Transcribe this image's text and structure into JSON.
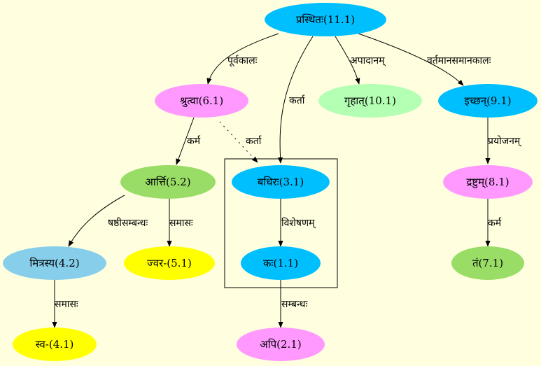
{
  "colors": {
    "background": "#FFFFE0",
    "blue": "#00BFFF",
    "violet": "#FF99FF",
    "green": "#99DD66",
    "lightgreen": "#B3FFB3",
    "yellow": "#FFFF00",
    "skyblue": "#87CEEB"
  },
  "nodes": {
    "n11": {
      "label": "प्रस्थितः(11.1)",
      "color": "blue"
    },
    "n6": {
      "label": "श्रुत्वा(6.1)",
      "color": "violet"
    },
    "n10": {
      "label": "गृहात्(10.1)",
      "color": "lightgreen"
    },
    "n9": {
      "label": "इच्छन्(9.1)",
      "color": "blue"
    },
    "n52": {
      "label": "आर्त्ति(5.2)",
      "color": "green"
    },
    "n3": {
      "label": "बधिरः(3.1)",
      "color": "blue"
    },
    "n8": {
      "label": "द्रष्टुम्(8.1)",
      "color": "violet"
    },
    "n42": {
      "label": "मित्रस्य(4.2)",
      "color": "skyblue"
    },
    "n51": {
      "label": "ज्वर-(5.1)",
      "color": "yellow"
    },
    "n1": {
      "label": "कः(1.1)",
      "color": "blue"
    },
    "n7": {
      "label": "तं(7.1)",
      "color": "green"
    },
    "n41": {
      "label": "स्व-(4.1)",
      "color": "yellow"
    },
    "n2": {
      "label": "अपि(2.1)",
      "color": "violet"
    }
  },
  "edges": {
    "e_11_6": {
      "label": "पूर्वकालः"
    },
    "e_11_3": {
      "label": "कर्ता"
    },
    "e_11_10": {
      "label": "अपादानम्"
    },
    "e_11_9": {
      "label": "वर्तमानसमानकालः"
    },
    "e_6_52": {
      "label": "कर्म"
    },
    "e_6_3": {
      "label": "कर्ता"
    },
    "e_9_8": {
      "label": "प्रयोजनम्"
    },
    "e_52_42": {
      "label": "षष्ठीसम्बन्धः"
    },
    "e_52_51": {
      "label": "समासः"
    },
    "e_3_1": {
      "label": "विशेषणम्"
    },
    "e_8_7": {
      "label": "कर्म"
    },
    "e_42_41": {
      "label": "समासः"
    },
    "e_1_2": {
      "label": "सम्बन्धः"
    }
  }
}
